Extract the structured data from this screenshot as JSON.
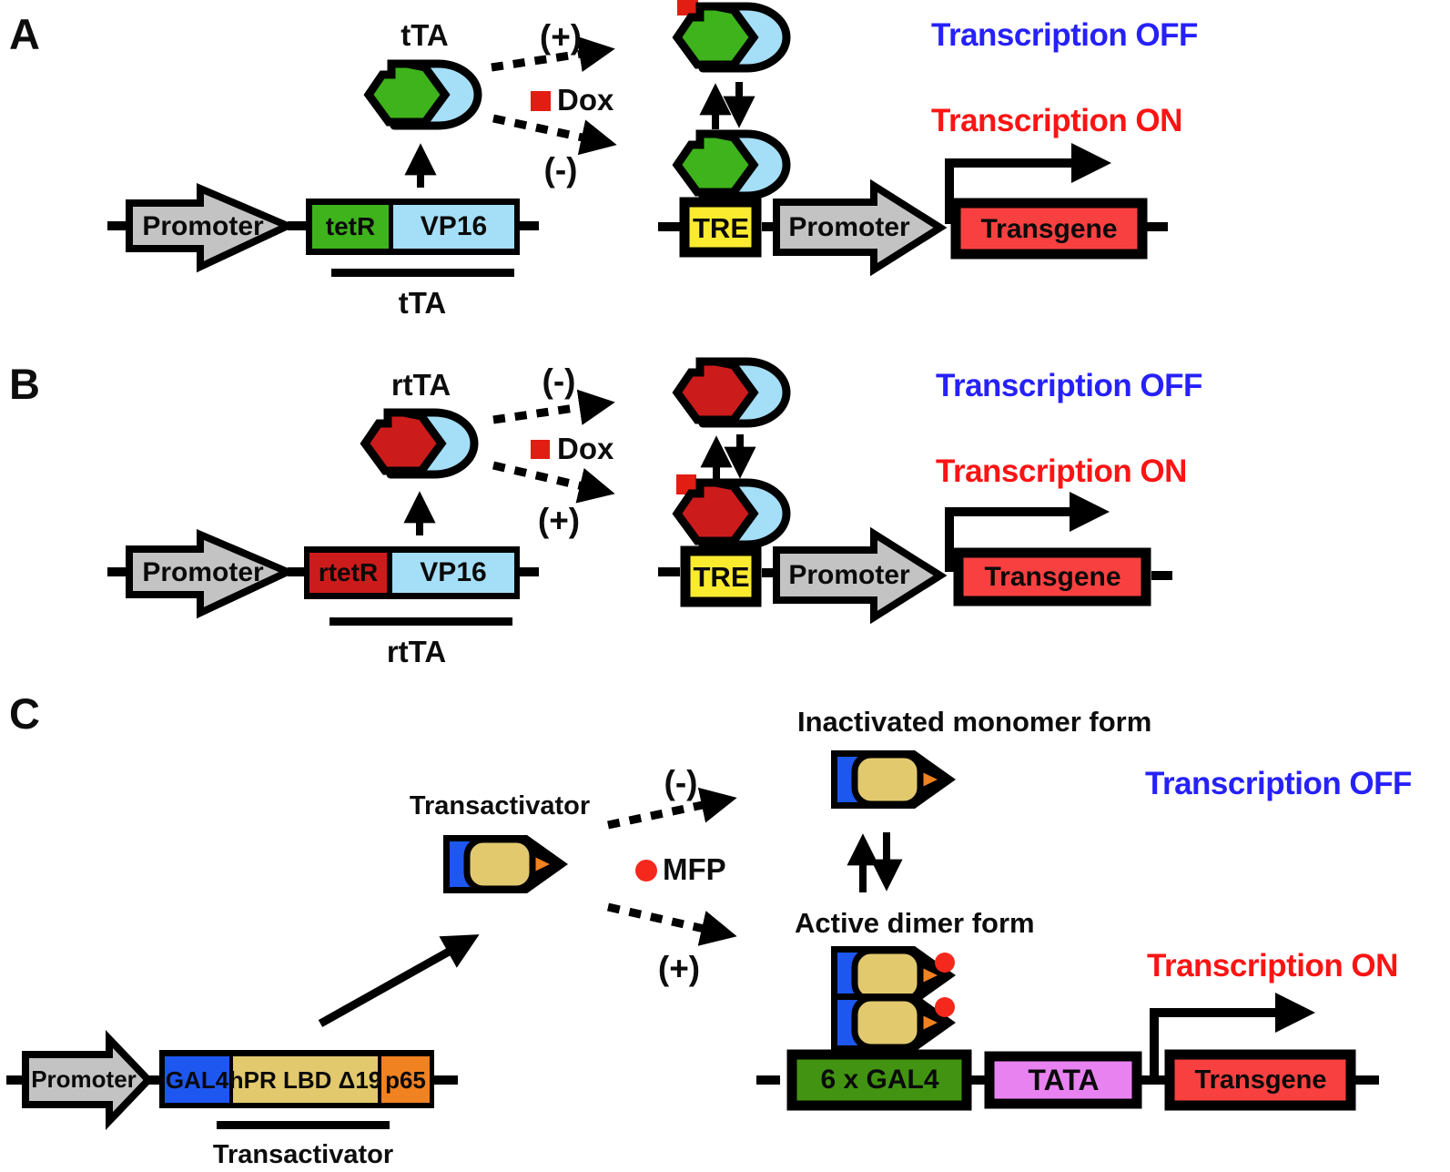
{
  "figure": {
    "description_colors": {
      "transcription_off_blue": "#2621F9",
      "transcription_on_red": "#FB1414",
      "tetR_green": "#3EB31C",
      "vp16_light_blue": "#A5DEF7",
      "rtetR_red": "#CC1B1B",
      "dox_red": "#E21D12",
      "tre_yellow": "#FBEB2F",
      "promoter_gray": "#C3C3C3",
      "transgene_red": "#F94040",
      "gal4_blue": "#1D57EF",
      "hpr_tan": "#E2C96E",
      "p65_orange": "#F08221",
      "gal4_operator_green": "#429312",
      "tata_violet": "#E982F1",
      "mfp_red": "#F5281D"
    }
  },
  "panel_a": {
    "letter": "A",
    "activator": "tTA",
    "plus": "(+)",
    "minus": "(-)",
    "ligand": "Dox",
    "transcription_off": "Transcription OFF",
    "transcription_on": "Transcription ON",
    "promoter": "Promoter",
    "domain_dbd": "tetR",
    "domain_ad": "VP16",
    "fusion_label": "tTA",
    "tre": "TRE",
    "response_promoter": "Promoter",
    "transgene": "Transgene"
  },
  "panel_b": {
    "letter": "B",
    "activator": "rtTA",
    "plus": "(+)",
    "minus": "(-)",
    "ligand": "Dox",
    "transcription_off": "Transcription OFF",
    "transcription_on": "Transcription ON",
    "promoter": "Promoter",
    "domain_dbd": "rtetR",
    "domain_ad": "VP16",
    "fusion_label": "rtTA",
    "tre": "TRE",
    "response_promoter": "Promoter",
    "transgene": "Transgene"
  },
  "panel_c": {
    "letter": "C",
    "activator": "Transactivator",
    "monomer_state": "Inactivated monomer form",
    "dimer_state": "Active dimer form",
    "plus": "(+)",
    "minus": "(-)",
    "ligand": "MFP",
    "transcription_off": "Transcription OFF",
    "transcription_on": "Transcription ON",
    "promoter": "Promoter",
    "domain_dbd": "GAL4",
    "domain_lbd": "hPR LBD Δ19",
    "domain_ad": "p65",
    "fusion_label": "Transactivator",
    "operator": "6 x GAL4",
    "tata": "TATA",
    "transgene": "Transgene"
  }
}
